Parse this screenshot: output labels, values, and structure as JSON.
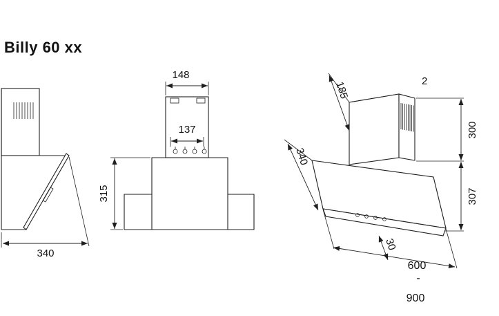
{
  "title": "Billy 60 xx",
  "side_view": {
    "depth": "340"
  },
  "front_view": {
    "width_top": "148",
    "width_controls": "137",
    "height": "315"
  },
  "iso_view": {
    "dim_diag_top": "185",
    "dim_top_right": "2",
    "dim_diag_left": "340",
    "dim_height_upper": "300",
    "dim_height_lower": "307",
    "dim_small": "30",
    "width_min": "600",
    "range_separator": "-",
    "width_max": "900"
  }
}
